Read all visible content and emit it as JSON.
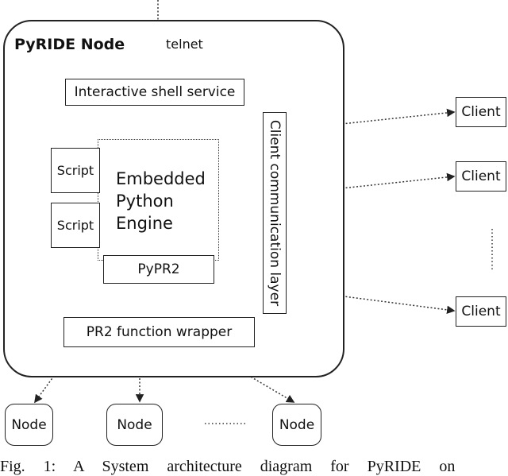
{
  "diagram": {
    "node_title": "PyRIDE Node",
    "telnet_label": "telnet",
    "shell_service": "Interactive shell service",
    "script_1": "Script",
    "script_2": "Script",
    "engine_line1": "Embedded",
    "engine_line2": "Python",
    "engine_line3": "Engine",
    "pypr2": "PyPR2",
    "wrapper": "PR2 function wrapper",
    "client_comm": "Client communication layer",
    "clients": [
      "Client",
      "Client",
      "Client"
    ],
    "nodes": [
      "Node",
      "Node",
      "Node"
    ]
  },
  "caption": "Fig. 1: A System architecture diagram for PyRIDE on"
}
